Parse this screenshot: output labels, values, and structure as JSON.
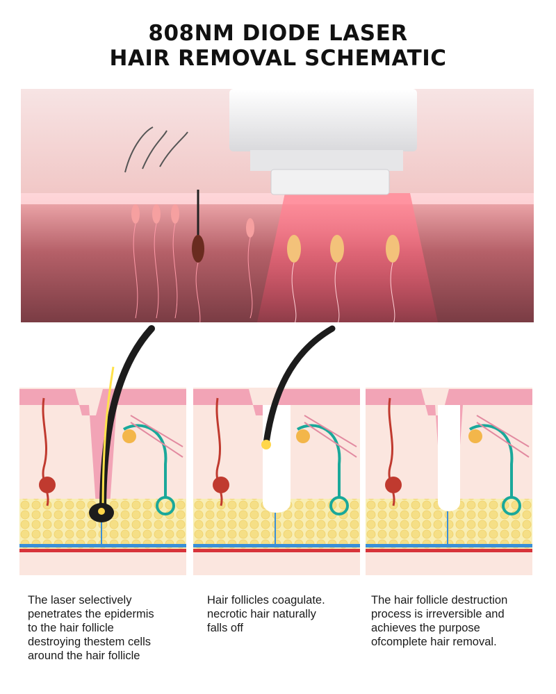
{
  "title": {
    "line1": "808NM DIODE LASER",
    "line2": "HAIR REMOVAL SCHEMATIC"
  },
  "captions": [
    {
      "lines": [
        "The laser selectively",
        "penetrates the epidermis",
        "to the hair follicle",
        "destroying thestem cells",
        "around the hair follicle"
      ]
    },
    {
      "lines": [
        "Hair follicles coagulate.",
        "necrotic hair naturally",
        "falls off"
      ]
    },
    {
      "lines": [
        "The hair follicle destruction",
        "process is irreversible and",
        "achieves the purpose",
        "ofcomplete hair removal."
      ]
    }
  ],
  "colors": {
    "skin_pink": "#f3b6c3",
    "dermis": "#f7d6cf",
    "fat": "#f5e08a",
    "artery": "#d8333a",
    "vein": "#3a8fd8",
    "nerve": "#1aa89a",
    "laser_red": "#e8505a"
  }
}
